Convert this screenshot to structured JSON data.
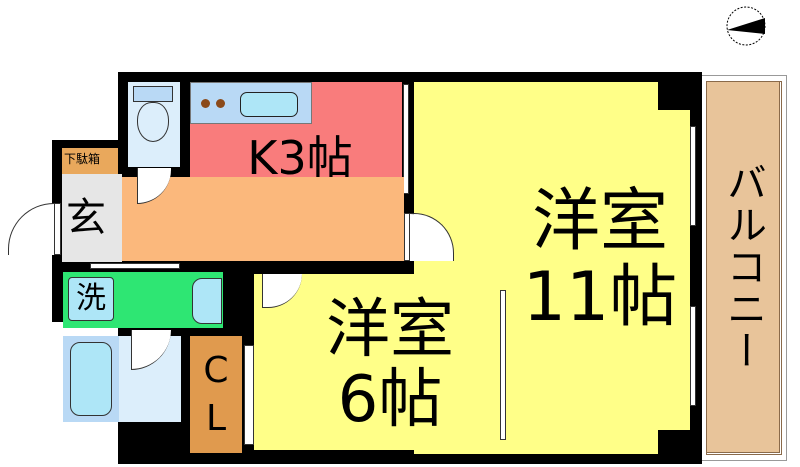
{
  "compass": {
    "icon": "north-arrow-icon",
    "direction": "west-pointing-arrow"
  },
  "rooms": {
    "kitchen": {
      "label": "K3帖",
      "color": "#F97C7C"
    },
    "kitchen_counter": {
      "color": "#B9D9F5"
    },
    "western_room_large": {
      "line1": "洋室",
      "line2": "11帖",
      "color": "#FFFF88"
    },
    "western_room_small": {
      "line1": "洋室",
      "line2": "6帖",
      "color": "#FFFF88"
    },
    "entrance": {
      "label": "玄",
      "color": "#E6E6E6"
    },
    "shoe_box": {
      "label": "下駄箱",
      "color": "#E9A85C"
    },
    "hallway": {
      "color": "#FBB87C"
    },
    "laundry": {
      "label": "洗",
      "color": "#2EE673"
    },
    "closet": {
      "label_c": "C",
      "label_l": "L",
      "color": "#E09A4E"
    },
    "toilet": {
      "color": "#DCEEFB"
    },
    "bath": {
      "color": "#DCEEFB"
    },
    "balcony": {
      "label": "バルコニー",
      "color": "#E8C49A"
    }
  },
  "fixtures": {
    "stove_burners": 2,
    "fixture_color": "#AEE6F7"
  }
}
